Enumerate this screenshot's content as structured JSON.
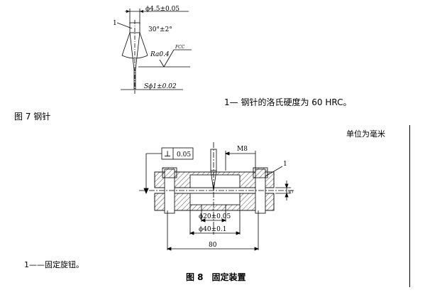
{
  "fig7": {
    "callout_1": "1",
    "dim_top": "ϕ4.5±0.05",
    "dim_angle": "30°±2°",
    "roughness_label": "Ra0.4",
    "roughness_sub": "FCC",
    "dim_tip": "Sϕ1±0.02",
    "note": "1— 钢针的洛氏硬度为 60 HRC。",
    "caption": "图 7 钢针"
  },
  "fig8": {
    "unit_note": "单位为毫米",
    "perp_symbol": "⊥",
    "perp_value": "0.05",
    "thread_label": "M8",
    "callout_1": "1",
    "dim_gap": "5",
    "dim_inner": "ϕ20±0.05",
    "dim_outer": "ϕ40±0.1",
    "dim_width": "80",
    "legend": "1——固定旋钮。",
    "caption": "图 8　固定装置"
  }
}
